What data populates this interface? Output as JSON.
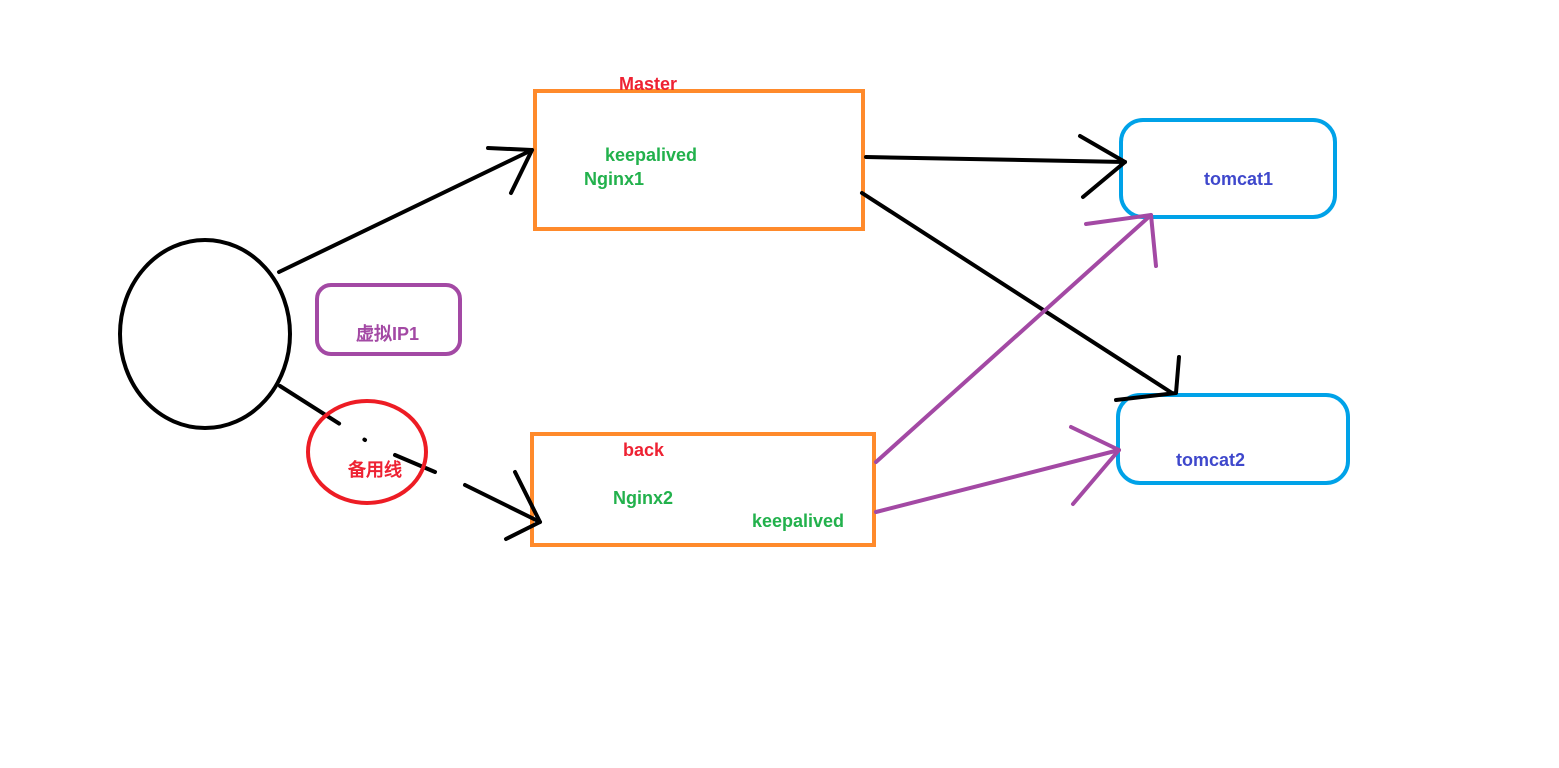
{
  "colors": {
    "black": "#000000",
    "orange": "#ff8a2b",
    "blue_border": "#00a2e8",
    "purple": "#a349a4",
    "red": "#ed1c24",
    "green_text": "#22b14c",
    "blue_text": "#3f48cc"
  },
  "client": {
    "label": ""
  },
  "master_node": {
    "role_label": "Master",
    "keepalived_label": "keepalived",
    "nginx_label": "Nginx1"
  },
  "backup_node": {
    "role_label": "back",
    "nginx_label": "Nginx2",
    "keepalived_label": "keepalived"
  },
  "virtual_ip": {
    "label": "虚拟IP1"
  },
  "backup_line": {
    "label": "备用线"
  },
  "tomcat1": {
    "label": "tomcat1"
  },
  "tomcat2": {
    "label": "tomcat2"
  }
}
